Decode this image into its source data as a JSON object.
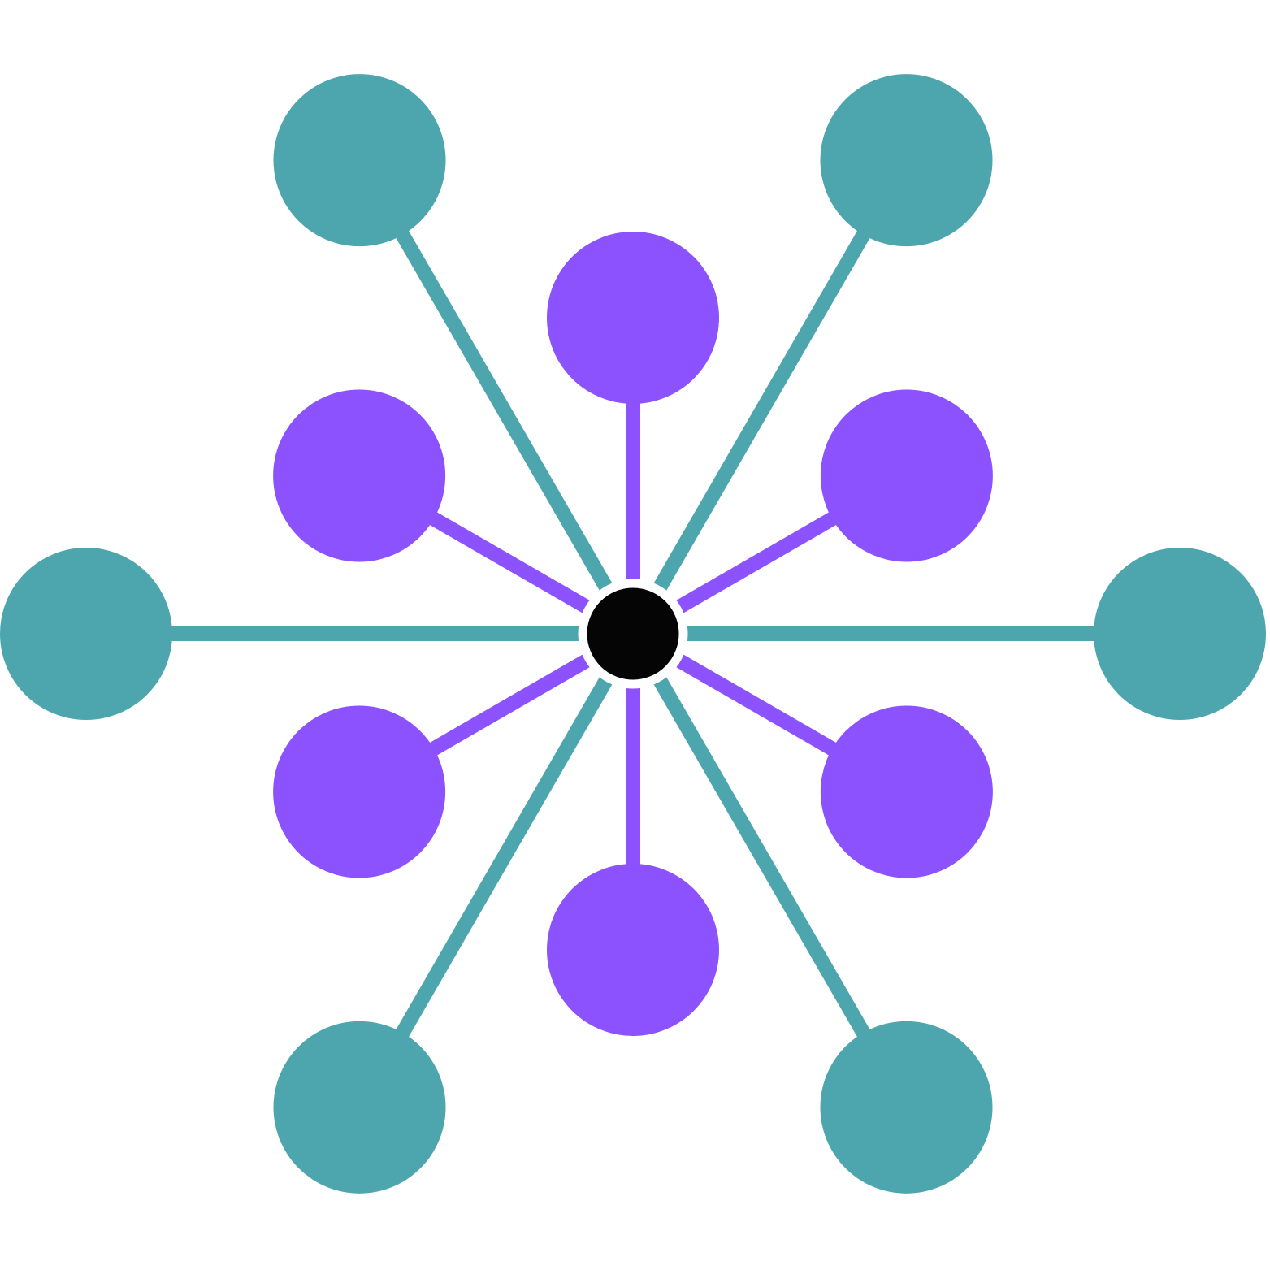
{
  "diagram": {
    "type": "hub-and-spoke",
    "hub": {
      "color": "#050505",
      "ring_color": "#ffffff"
    },
    "rings": [
      {
        "name": "inner",
        "count": 6,
        "color": "#8B52FE"
      },
      {
        "name": "outer",
        "count": 6,
        "color": "#4DA6AE"
      }
    ]
  }
}
